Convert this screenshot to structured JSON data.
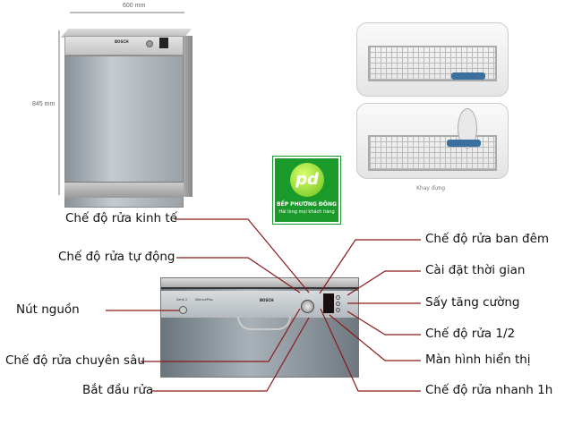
{
  "dimensions": {
    "width": "600 mm",
    "height": "845 mm"
  },
  "racks_caption": "Khay đựng",
  "logo": {
    "brand": "BẾP PHƯƠNG ĐÔNG",
    "slogan": "Hài lòng mọi khách hàng",
    "mark": "pd"
  },
  "panel": {
    "brand": "BOSCH",
    "series": "Serie 2",
    "model": "SilencePlus"
  },
  "labels_left": [
    "Chế độ rửa kinh tế",
    "Chế độ rửa tự động",
    "Nút nguồn",
    "Chế độ rửa chuyên sâu",
    "Bắt đầu rửa"
  ],
  "labels_right": [
    "Chế độ rửa ban đêm",
    "Cài đặt thời gian",
    "Sấy tăng cường",
    "Chế độ rửa 1/2",
    "Màn hình hiển thị",
    "Chế độ rửa nhanh 1h"
  ],
  "colors": {
    "leader": "#8b1a1a",
    "logo_green": "#1a9a2a"
  }
}
